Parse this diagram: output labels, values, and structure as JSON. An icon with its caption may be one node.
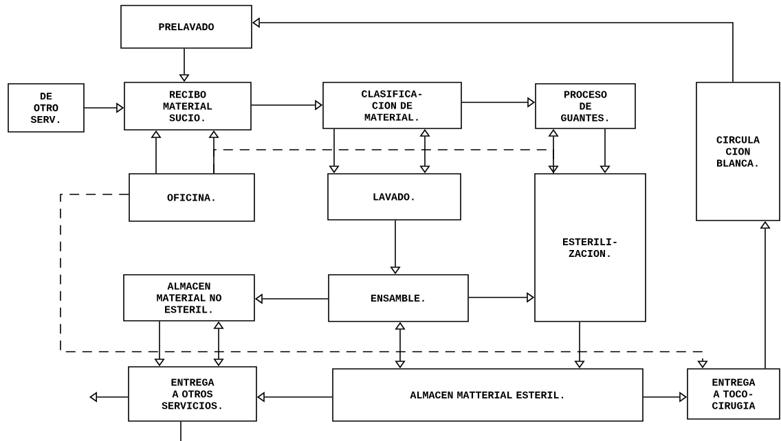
{
  "diagram": {
    "nodes": [
      {
        "text": [
          "PRELAVADO"
        ]
      },
      {
        "text": [
          "DE OTRO SERV."
        ]
      },
      {
        "text": [
          "RECIBO MATERIAL SUCIO."
        ]
      },
      {
        "text": [
          "CLASIFICA- CION DE MATERIAL."
        ]
      },
      {
        "text": [
          "PROCESO DE GUANTES."
        ]
      },
      {
        "text": [
          "CIRCULA CION BLANCA."
        ]
      },
      {
        "text": [
          "OFICINA."
        ]
      },
      {
        "text": [
          "LAVADO."
        ]
      },
      {
        "text": [
          "ESTERILI- ZACION."
        ]
      },
      {
        "text": [
          "ALMACEN MATERIAL NO ESTERIL."
        ]
      },
      {
        "text": [
          "ENSAMBLE."
        ]
      },
      {
        "text": [
          "ENTREGA A OTROS SERVICIOS."
        ]
      },
      {
        "text": [
          "ALMACEN MATTERIAL ESTERIL."
        ]
      },
      {
        "text": [
          "ENTREGA A TOCO- CIRUGIA"
        ]
      }
    ],
    "edges": [
      {
        "from": 5,
        "to": 0,
        "arrow": "to"
      },
      {
        "from": 0,
        "to": 2,
        "arrow": "to"
      },
      {
        "from": 1,
        "to": 2,
        "arrow": "to"
      },
      {
        "from": 2,
        "to": 3,
        "arrow": "to"
      },
      {
        "from": 3,
        "to": 4,
        "arrow": "to"
      },
      {
        "from": 6,
        "to": 2,
        "arrow": "to"
      },
      {
        "from": 6,
        "to": 2,
        "arrow": "to"
      },
      {
        "from": 6,
        "to": 8,
        "arrow": "none",
        "style": "dashed"
      },
      {
        "from": 3,
        "to": 7,
        "arrow": "to"
      },
      {
        "from": 3,
        "to": 7,
        "arrow": "both"
      },
      {
        "from": 4,
        "to": 8,
        "arrow": "both"
      },
      {
        "from": 4,
        "to": 8,
        "arrow": "to"
      },
      {
        "from": 7,
        "to": 10,
        "arrow": "to"
      },
      {
        "from": 10,
        "to": 9,
        "arrow": "to"
      },
      {
        "from": 10,
        "to": 8,
        "arrow": "to"
      },
      {
        "from": 9,
        "to": 11,
        "arrow": "to"
      },
      {
        "from": 9,
        "to": 11,
        "arrow": "both"
      },
      {
        "from": 10,
        "to": 12,
        "arrow": "both"
      },
      {
        "from": 8,
        "to": 12,
        "arrow": "to"
      },
      {
        "from": 12,
        "to": 11,
        "arrow": "to"
      },
      {
        "from": 12,
        "to": 13,
        "arrow": "to"
      },
      {
        "from": 13,
        "to": 5,
        "arrow": "to"
      },
      {
        "from": 11,
        "to": null,
        "arrow": "to"
      },
      {
        "from": 11,
        "to": null,
        "arrow": "none"
      },
      {
        "from": 6,
        "to": 13,
        "arrow": "to",
        "style": "dashed"
      }
    ]
  }
}
